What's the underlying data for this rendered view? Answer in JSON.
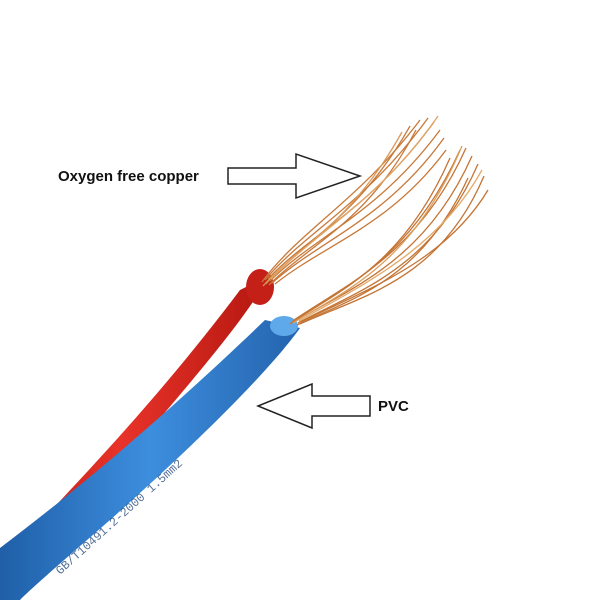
{
  "labels": {
    "copper": "Oxygen free copper",
    "pvc": "PVC"
  },
  "cable_print": {
    "red_cable": "",
    "blue_cable": "GB/T10491.2-2000 1.5mm2"
  },
  "colors": {
    "background": "#ffffff",
    "red_insulation": "#d9261c",
    "blue_insulation": "#2f7fd0",
    "copper": "#c87838",
    "arrow_outline": "#222222"
  },
  "icons": [
    "arrow-right-icon",
    "arrow-left-icon"
  ]
}
